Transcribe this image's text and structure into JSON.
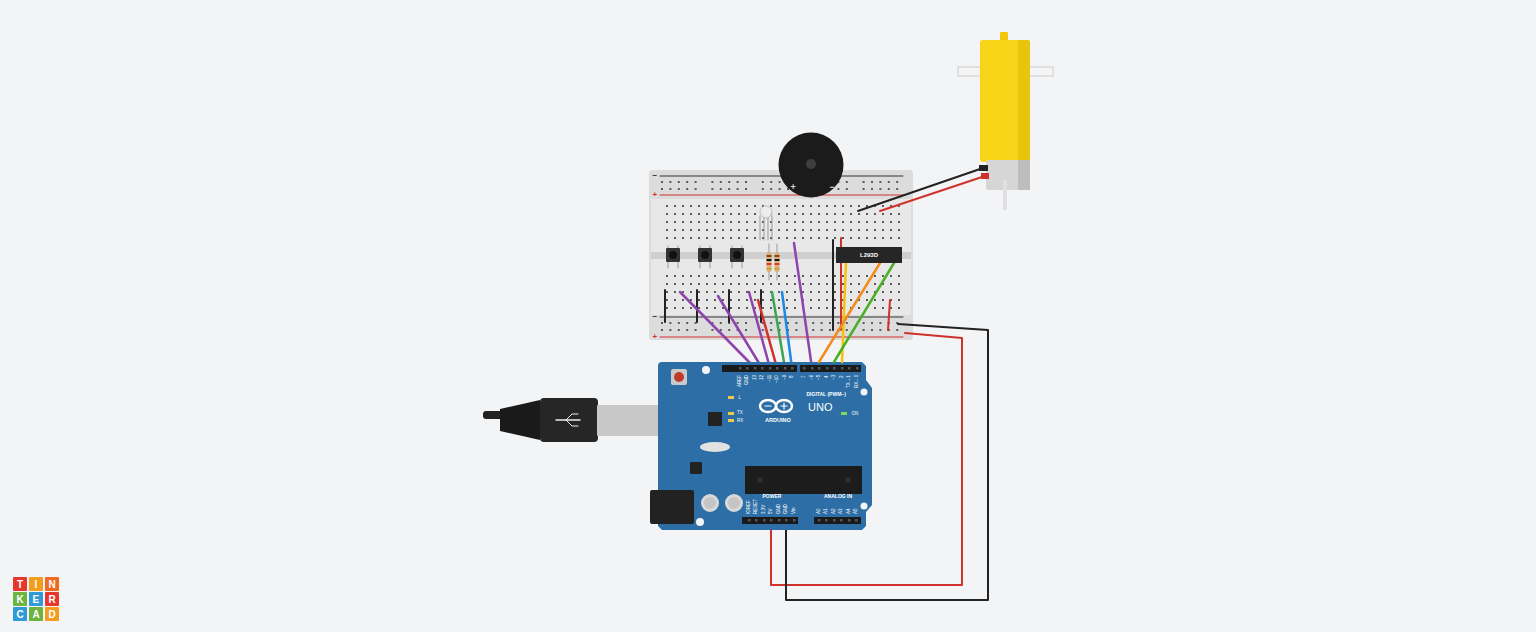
{
  "diagram": {
    "nodes": [
      {
        "text": [
          "UNO",
          "ARDUINO"
        ]
      },
      {
        "text": [
          "L293D"
        ]
      },
      {
        "text": [
          "+",
          "−"
        ]
      }
    ],
    "edges": [
      {
        "from": 0,
        "to": 1,
        "arrow": "none"
      },
      {
        "from": 0,
        "to": 1,
        "arrow": "none"
      },
      {
        "from": 0,
        "to": 1,
        "arrow": "none"
      }
    ],
    "labels": [
      "T",
      "I",
      "N",
      "K",
      "E",
      "R",
      "C",
      "A",
      "D",
      "DIGITAL (PWM~)",
      "POWER",
      "ANALOG IN",
      "ON",
      "L",
      "TX",
      "RX",
      "AREF",
      "GND",
      "13",
      "12",
      "~11",
      "~10",
      "~9",
      "8",
      "7",
      "~6",
      "~5",
      "4",
      "~3",
      "2",
      "TX→1",
      "RX←0",
      "IOREF",
      "RESET",
      "3.3V",
      "5V",
      "GND",
      "GND",
      "Vin",
      "A0",
      "A1",
      "A2",
      "A3",
      "A4",
      "A5",
      "−",
      "+",
      "−",
      "+"
    ]
  }
}
